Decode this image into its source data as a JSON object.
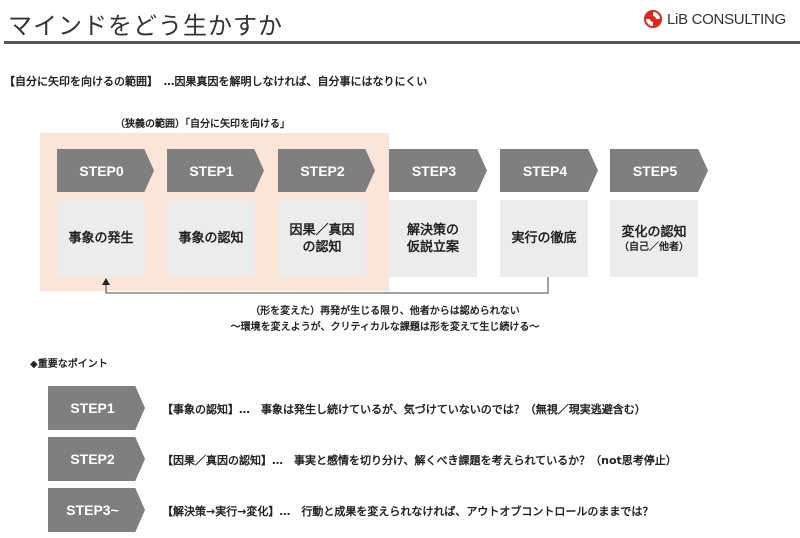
{
  "header": {
    "title": "マインドをどう生かすか",
    "logo_text": "LiB CONSULTING",
    "logo_color": "#e0251b"
  },
  "lead": "【自分に矢印を向けるの範囲】　…因果真因を解明しなければ、自分事にはなりにくい",
  "narrow_scope": "（狭義の範囲）「自分に矢印を向ける」",
  "steps": [
    {
      "label": "STEP0",
      "lines": [
        "事象の発生"
      ],
      "sub": ""
    },
    {
      "label": "STEP1",
      "lines": [
        "事象の認知"
      ],
      "sub": ""
    },
    {
      "label": "STEP2",
      "lines": [
        "因果／真因",
        "の認知"
      ],
      "sub": ""
    },
    {
      "label": "STEP3",
      "lines": [
        "解決策の",
        "仮説立案"
      ],
      "sub": ""
    },
    {
      "label": "STEP4",
      "lines": [
        "実行の徹底"
      ],
      "sub": ""
    },
    {
      "label": "STEP5",
      "lines": [
        "変化の認知"
      ],
      "sub": "（自己／他者）"
    }
  ],
  "caption": [
    "（形を変えた）再発が生じる限り、他者からは認められない",
    "～環境を変えようが、クリティカルな課題は形を変えて生じ続ける～"
  ],
  "points": {
    "heading": "◆重要なポイント",
    "items": [
      {
        "label": "STEP1",
        "text": "【事象の認知】…　事象は発生し続けているが、気づけていないのでは？（無視／現実逃避含む）"
      },
      {
        "label": "STEP2",
        "text": "【因果／真因の認知】…　事実と感情を切り分け、解くべき課題を考えられているか？（not思考停止）"
      },
      {
        "label": "STEP3~",
        "text": "【解決策→実行→変化】…　行動と成果を変えられなければ、アウトオブコントロールのままでは？"
      }
    ]
  }
}
